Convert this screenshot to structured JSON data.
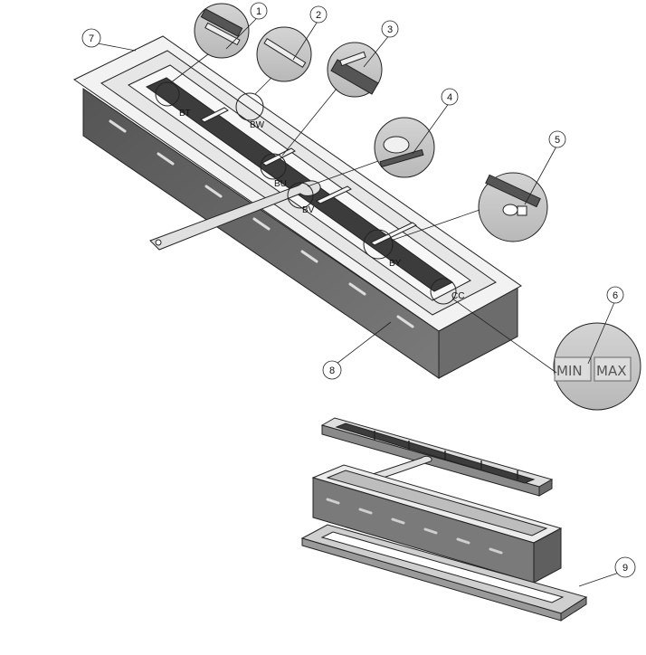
{
  "callouts": {
    "c1": "1",
    "c2": "2",
    "c3": "3",
    "c4": "4",
    "c5": "5",
    "c6": "6",
    "c7": "7",
    "c8": "8",
    "c9": "9"
  },
  "part_labels": {
    "bt": "BT",
    "bw": "BW",
    "bu": "BU",
    "bv": "BV",
    "by": "BY",
    "cc": "CC"
  },
  "level_marks": {
    "min": "MIN",
    "max": "MAX"
  },
  "colors": {
    "line": "#222222",
    "body_dark": "#5e5e5e",
    "body_mid": "#8a8a8a",
    "top_light": "#eeeeee",
    "detail_gray": "#c8c8c8"
  }
}
